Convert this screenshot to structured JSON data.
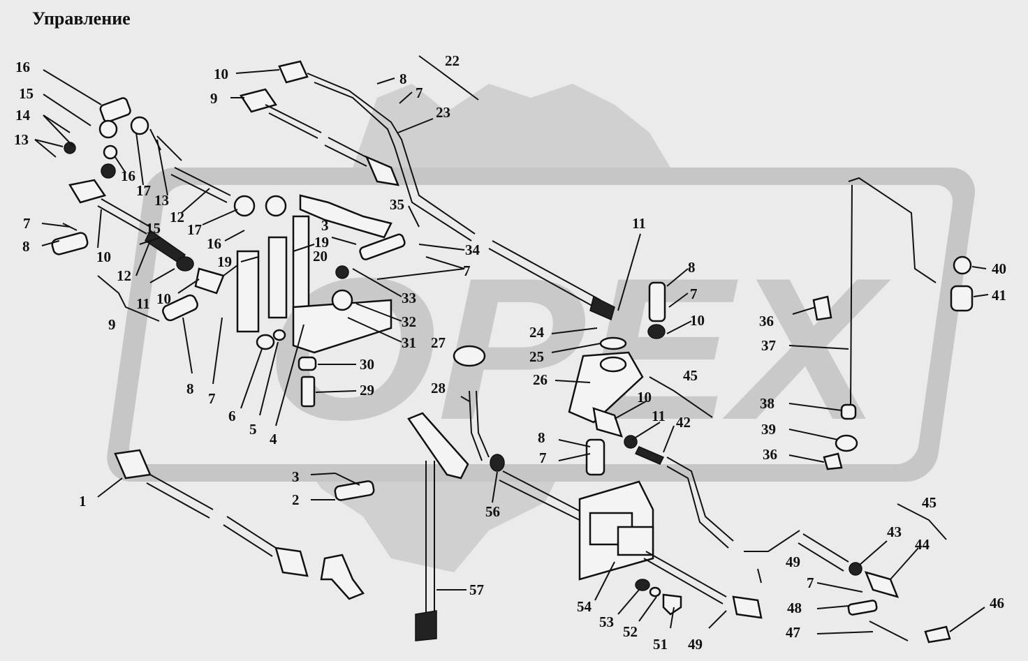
{
  "title": "Управление",
  "watermark_text": "OPEX",
  "colors": {
    "background": "#ebebeb",
    "watermark": "#c9c9c9",
    "ink": "#111111"
  },
  "labels": [
    "1",
    "2",
    "3",
    "3",
    "4",
    "5",
    "6",
    "7",
    "7",
    "7",
    "7",
    "7",
    "7",
    "7",
    "8",
    "8",
    "8",
    "8",
    "8",
    "9",
    "9",
    "10",
    "10",
    "10",
    "10",
    "10",
    "11",
    "11",
    "11",
    "11",
    "12",
    "12",
    "13",
    "13",
    "14",
    "15",
    "15",
    "16",
    "16",
    "16",
    "17",
    "17",
    "19",
    "19",
    "20",
    "22",
    "23",
    "24",
    "25",
    "26",
    "27",
    "28",
    "29",
    "30",
    "31",
    "32",
    "33",
    "34",
    "35",
    "36",
    "36",
    "37",
    "38",
    "39",
    "40",
    "41",
    "42",
    "43",
    "44",
    "45",
    "45",
    "46",
    "47",
    "48",
    "49",
    "49",
    "51",
    "52",
    "53",
    "54",
    "56",
    "57"
  ]
}
